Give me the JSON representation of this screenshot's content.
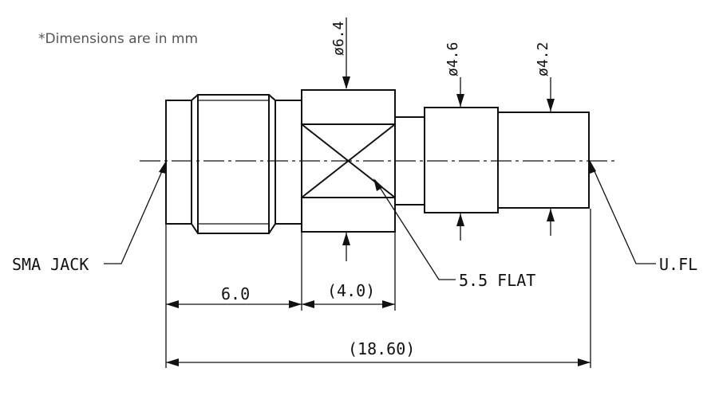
{
  "note": "*Dimensions are in mm",
  "callouts": {
    "sma_jack": "SMA JACK",
    "ufl": "U.FL",
    "flat": "5.5 FLAT"
  },
  "diameters": {
    "d1": "ø6.4",
    "d2": "ø4.6",
    "d3": "ø4.2"
  },
  "dimensions": {
    "len_a": "6.0",
    "len_b": "(4.0)",
    "total": "(18.60)"
  }
}
